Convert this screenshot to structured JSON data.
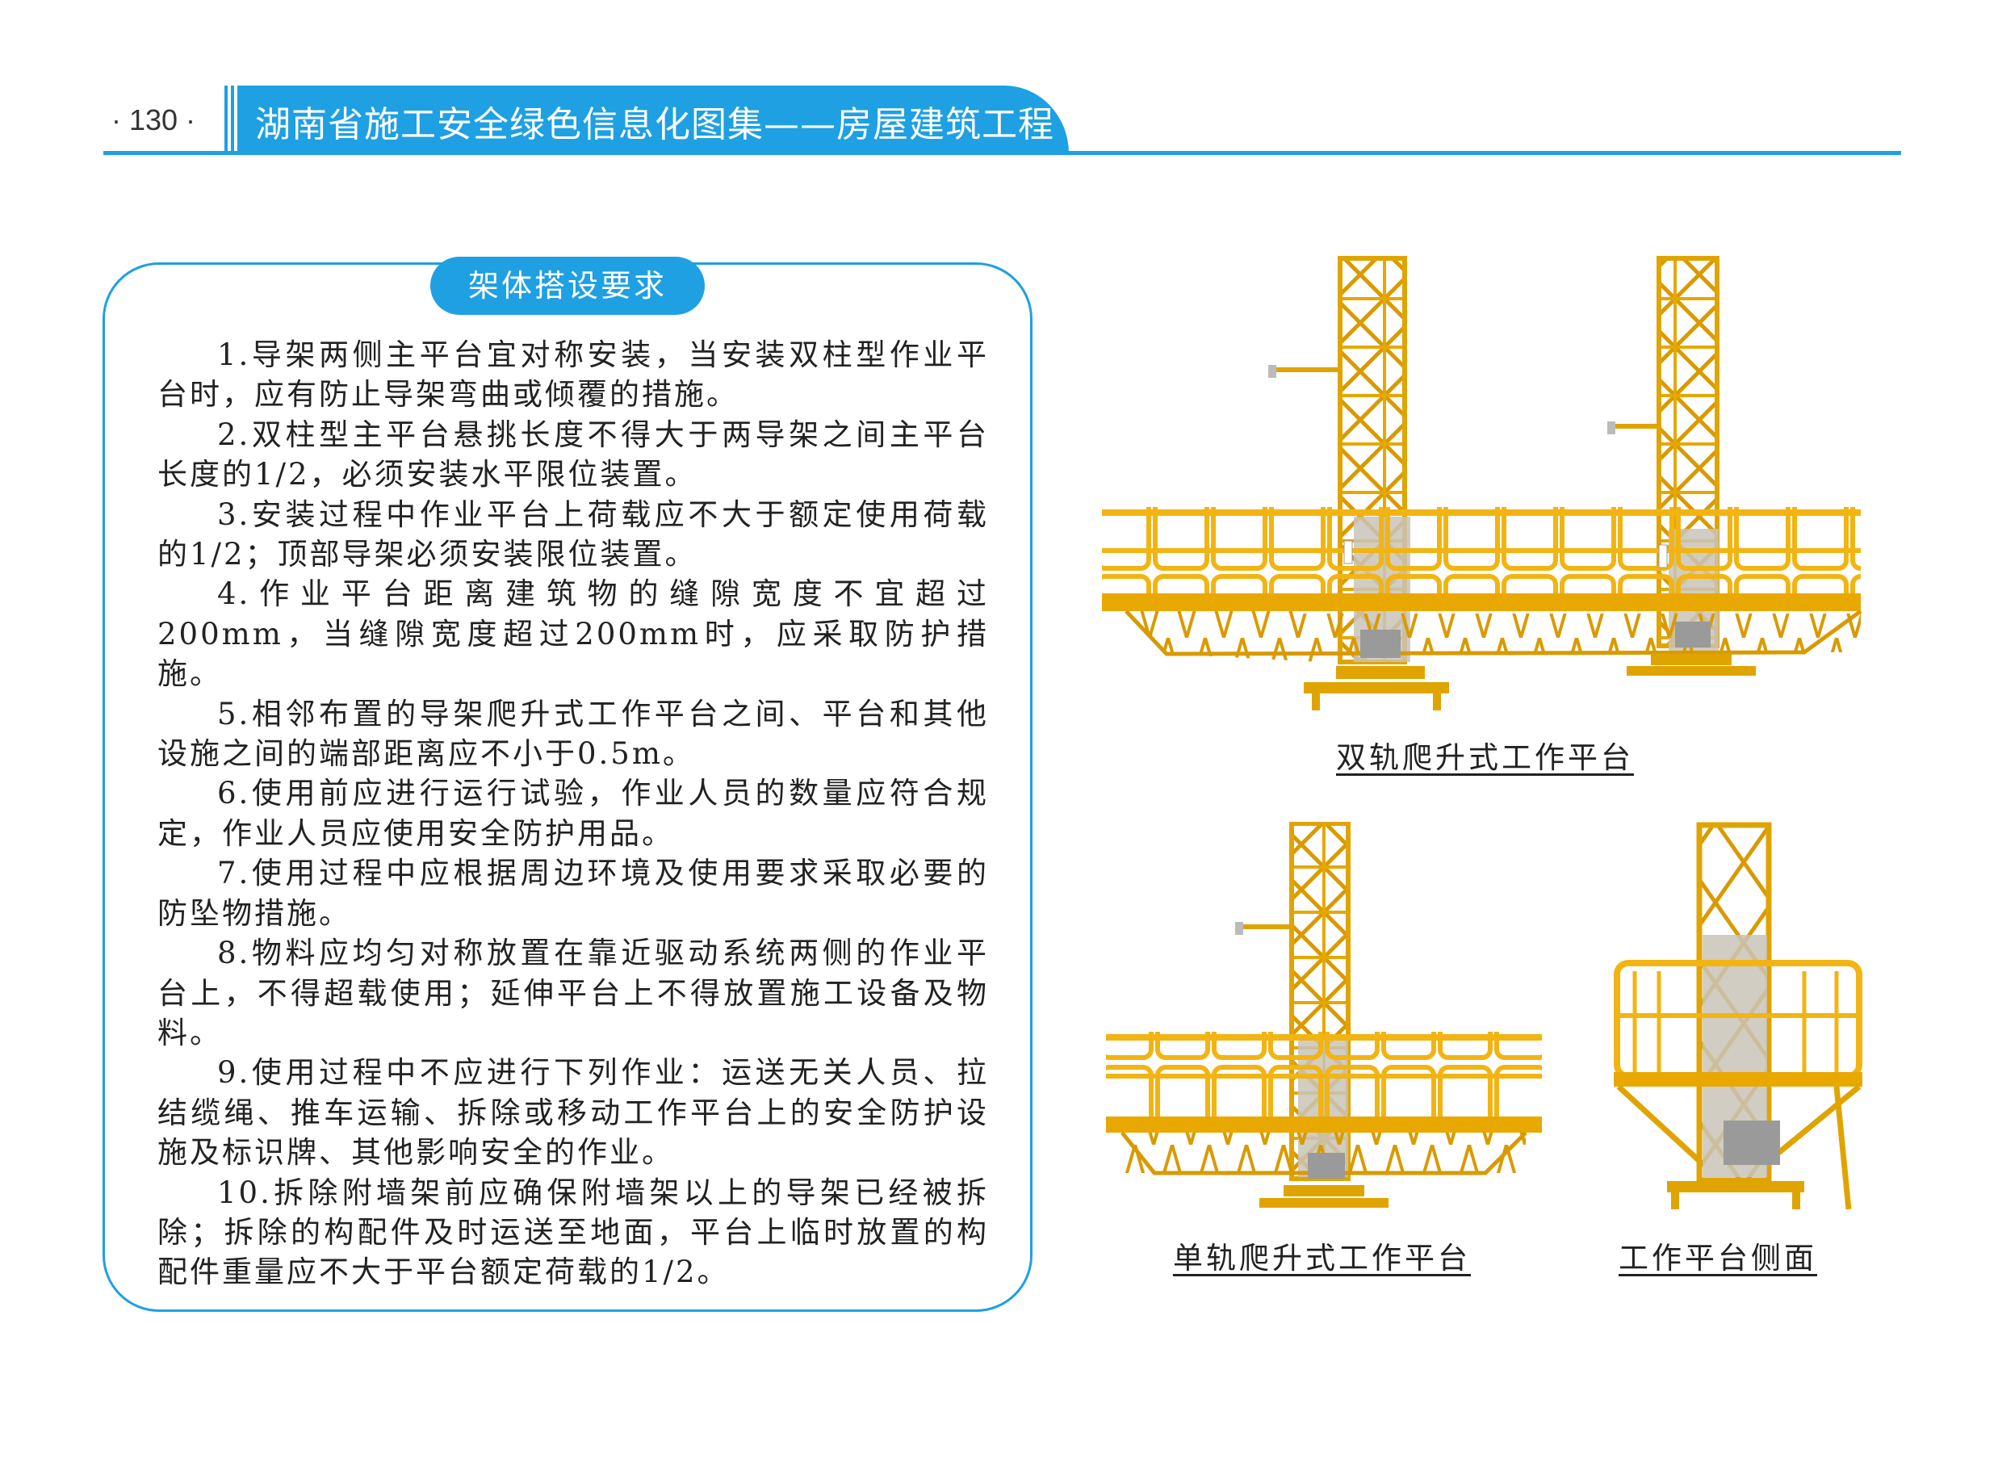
{
  "header": {
    "page_number": "· 130 ·",
    "title": "湖南省施工安全绿色信息化图集——房屋建筑工程"
  },
  "colors": {
    "accent": "#1ea0e3",
    "steel": "#f2b412",
    "steel_dark": "#c98c00"
  },
  "requirements": {
    "title": "架体搭设要求",
    "items": [
      "1.导架两侧主平台宜对称安装，当安装双柱型作业平台时，应有防止导架弯曲或倾覆的措施。",
      "2.双柱型主平台悬挑长度不得大于两导架之间主平台长度的1/2，必须安装水平限位装置。",
      "3.安装过程中作业平台上荷载应不大于额定使用荷载的1/2；顶部导架必须安装限位装置。",
      "4.作业平台距离建筑物的缝隙宽度不宜超过200mm，当缝隙宽度超过200mm时，应采取防护措施。",
      "5.相邻布置的导架爬升式工作平台之间、平台和其他设施之间的端部距离应不小于0.5m。",
      "6.使用前应进行运行试验，作业人员的数量应符合规定，作业人员应使用安全防护用品。",
      "7.使用过程中应根据周边环境及使用要求采取必要的防坠物措施。",
      "8.物料应均匀对称放置在靠近驱动系统两侧的作业平台上，不得超载使用；延伸平台上不得放置施工设备及物料。",
      "9.使用过程中不应进行下列作业：运送无关人员、拉结缆绳、推车运输、拆除或移动工作平台上的安全防护设施及标识牌、其他影响安全的作业。",
      "10.拆除附墙架前应确保附墙架以上的导架已经被拆除；拆除的构配件及时运送至地面，平台上临时放置的构配件重量应不大于平台额定荷载的1/2。"
    ]
  },
  "figures": {
    "double": {
      "caption": "双轨爬升式工作平台",
      "icon": "double-mast-platform-illustration"
    },
    "single": {
      "caption": "单轨爬升式工作平台",
      "icon": "single-mast-platform-illustration"
    },
    "side": {
      "caption": "工作平台侧面",
      "icon": "platform-side-view-illustration"
    }
  }
}
